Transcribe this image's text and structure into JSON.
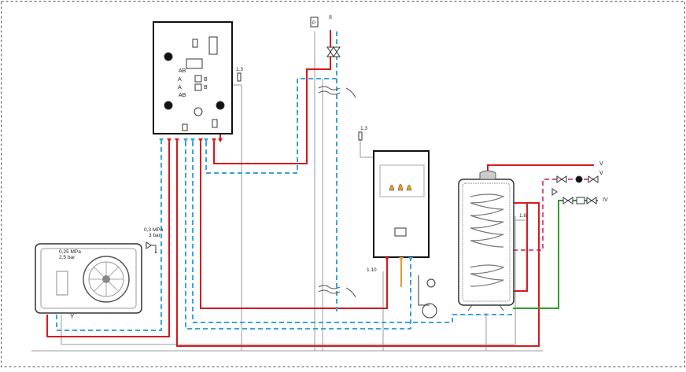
{
  "labels": {
    "pressure_outdoor": "0,25 MPa",
    "pressure_outdoor_bar": "2,5   bar",
    "pressure_valve": "0,3 MPa",
    "pressure_valve_bar": "3 bar",
    "ref_1_3_top": "1.3",
    "ref_1_3_mid": "1.3",
    "ref_1_8": "1.8",
    "ref_1_10": "1.10",
    "line_II": "II",
    "line_IV": "IV",
    "line_V_a": "V",
    "line_V_b": "V",
    "outdoor_Y": "Y",
    "valve_AB_top": "AB",
    "valve_A_1": "A",
    "valve_A_2": "A",
    "valve_B_1": "B",
    "valve_B_2": "B",
    "valve_AB_bottom": "AB",
    "control_P": "P"
  },
  "colors": {
    "flow_red": "#d7191c",
    "return_blue": "#3aa3e0",
    "cold_green": "#2ca02c",
    "gas_orange": "#e89b2a",
    "grey_line": "#9a9a9a",
    "dashed_magenta": "#c8186a"
  }
}
